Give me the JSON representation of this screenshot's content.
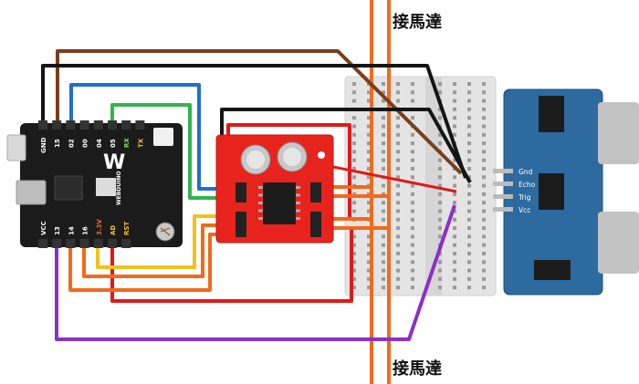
{
  "labels": {
    "motor_top": "接馬達",
    "motor_bottom": "接馬達"
  },
  "board": {
    "brand": "WEBDUINO",
    "top_pins": [
      "GND",
      "15",
      "02",
      "00",
      "04",
      "05",
      "RX",
      "TX"
    ],
    "bottom_pins": [
      "VCC",
      "13",
      "14",
      "16",
      "3.3V",
      "AD",
      "RST"
    ]
  },
  "sensor": {
    "pins": [
      "Gnd",
      "Echo",
      "Trig",
      "Vcc"
    ]
  },
  "colors": {
    "board": "#1b1b1b",
    "driver": "#e8231d",
    "sensor": "#2d6a9f",
    "breadboard": "#e3e3e3",
    "wire_brown": "#7a3e1d",
    "wire_black": "#151515",
    "wire_blue": "#1f6fd1",
    "wire_green": "#31b44b",
    "wire_red": "#e01a1a",
    "wire_orange": "#f26a1b",
    "wire_yellow": "#f2c21b",
    "wire_purple": "#8b2fc9"
  }
}
